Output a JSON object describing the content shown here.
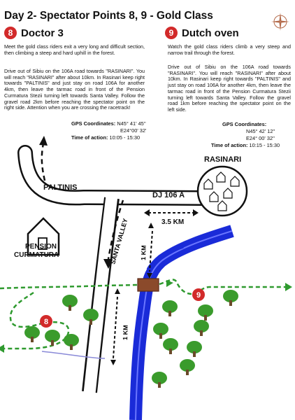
{
  "header": {
    "title": "Day 2- Spectator Points 8, 9 - Gold Class"
  },
  "left": {
    "number": "8",
    "title": "Doctor 3",
    "intro": "Meet the gold class riders exit a very long and difficult section, then climbing a steep and hard uphill in the forest.",
    "directions": "Drive out of Sibiu on the 106A road towards \"RASINARI\". You will reach \"RASINARI\" after about 10km. In Rasinari keep right towards \"PALTINIS\" and just stay on road 106A for another 4km, then leave the tarmac road in front of the Pension Curmatura Stezii turning left towards Santa Valley. Follow the gravel road 2km before reaching the spectator point on the right side. Attention when you are crossing the racetrack!",
    "gps_label": "GPS Coordinates:",
    "gps_n": "N45° 41' 45''",
    "gps_e": "E24°00' 32'",
    "time_label": "Time of action:",
    "time": "10:05 - 15:30"
  },
  "right": {
    "number": "9",
    "title": "Dutch oven",
    "intro": "Watch the gold class riders climb a very steep and narrow trail through the forest.",
    "directions": "Drive out of Sibiu on the 106A road towards \"RASINARI\". You will reach \"RASINARI\" after about 10km. In Rasinari keep right towards \"PALTINIS\" and just stay on road 106A for another 4km, then leave the tarmac road in front of the Pension Curmatura Stezii turning left towards Santa Valley. Follow the gravel road 1km before reaching the spectator point on the left side.",
    "gps_label": "GPS Coordinates:",
    "gps_n": "N45° 42' 12''",
    "gps_e": "E24° 00' 32''",
    "time_label": "Time of action:",
    "time": "10:15 - 15:30"
  },
  "map": {
    "rasinari": "RASINARI",
    "paltinis": "PALTINIS",
    "road": "DJ 106 A",
    "dist_road": "3.5 KM",
    "santa_valley": "SANTA VALLEY",
    "km1_a": "1 KM",
    "km1_b": "1 KM",
    "pension_line1": "PENSION",
    "pension_line2": "CURMATURA",
    "marker8": "8",
    "marker9": "9",
    "colors": {
      "river": "#1a2bd8",
      "trail": "#2f9a2f",
      "marker": "#d22a2a",
      "bridge": "#8b4a2b"
    }
  }
}
